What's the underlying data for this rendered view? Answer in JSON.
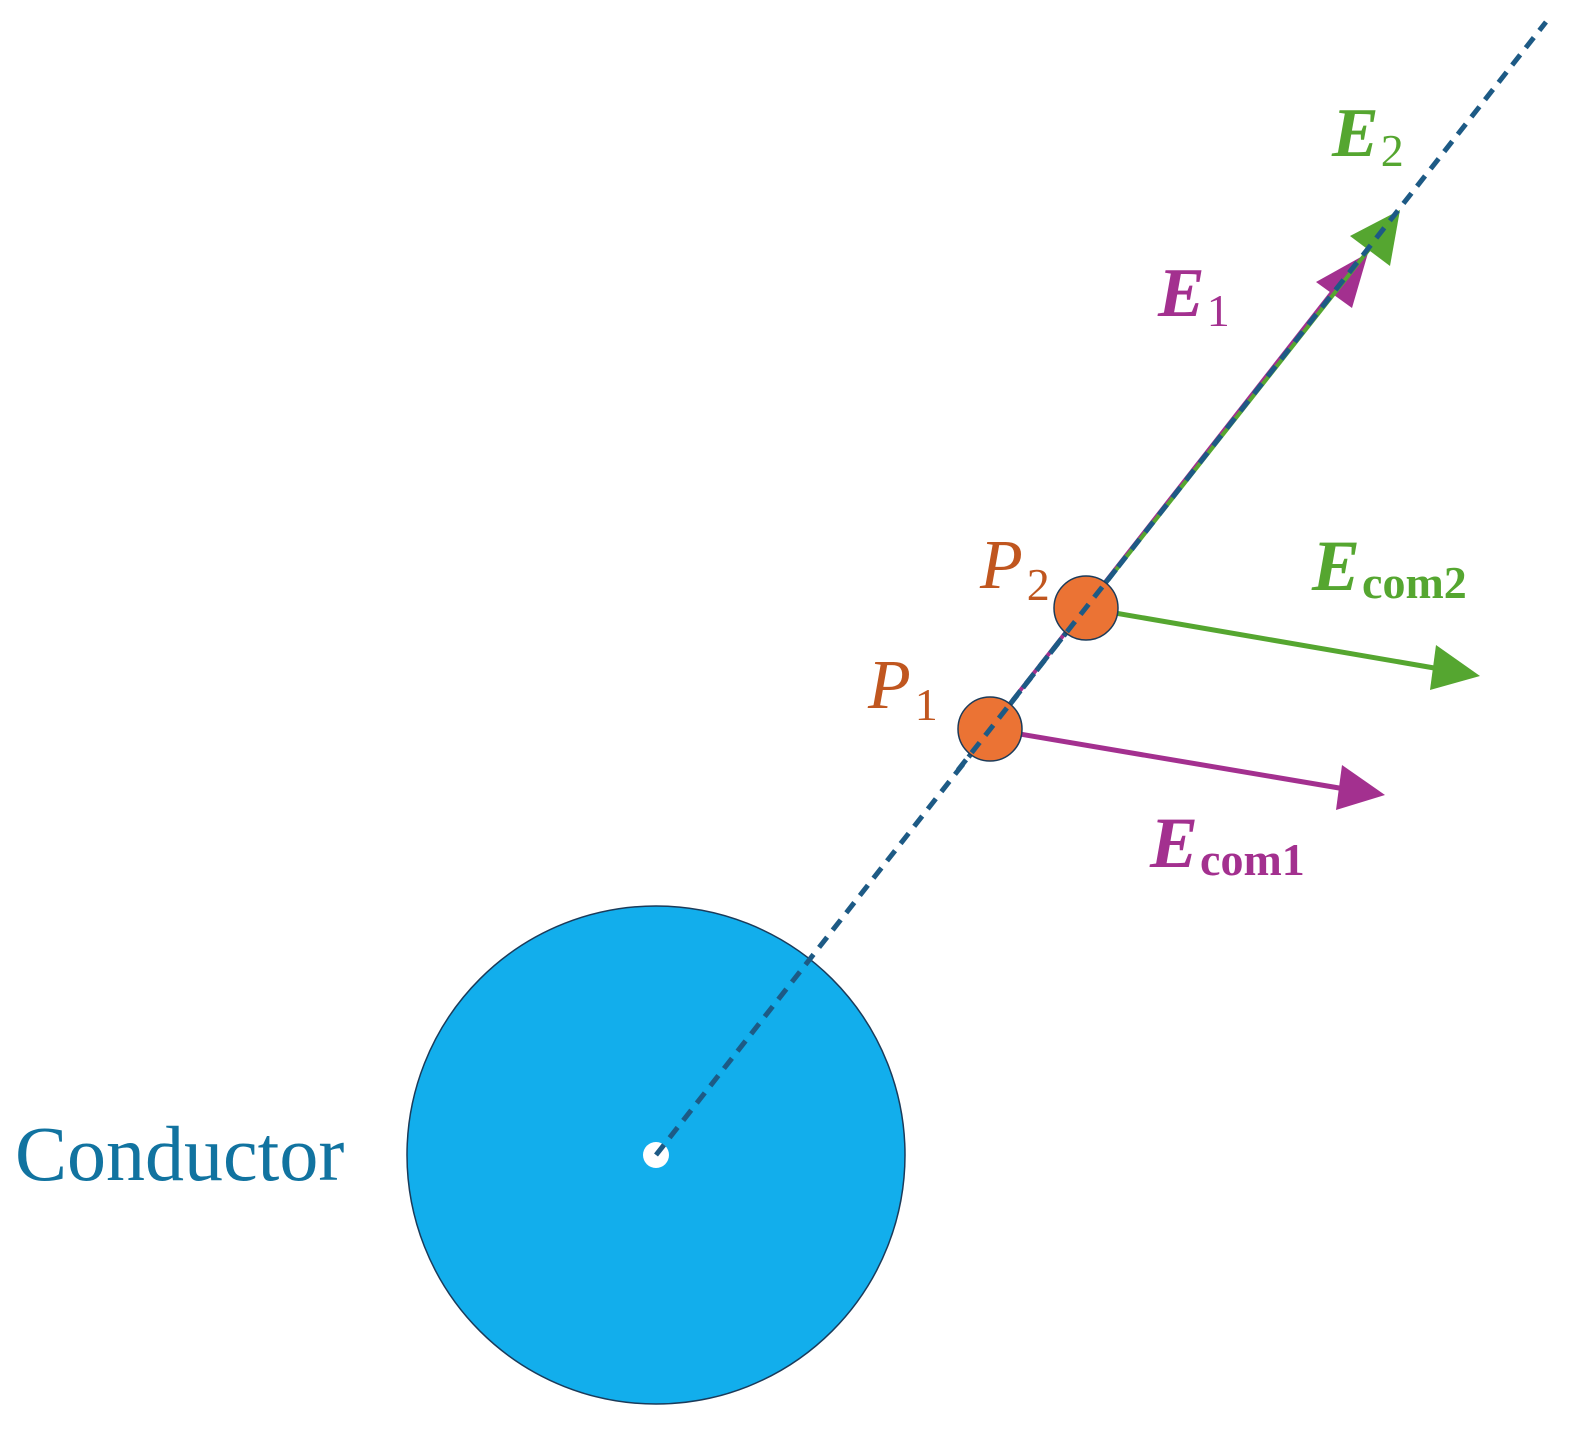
{
  "labels": {
    "conductor": "Conductor",
    "p1": {
      "main": "P",
      "sub": "1"
    },
    "p2": {
      "main": "P",
      "sub": "2"
    },
    "e1": {
      "main": "E",
      "sub": "1"
    },
    "e2": {
      "main": "E",
      "sub": "2"
    },
    "ecom1": {
      "main": "E",
      "sub": "com1"
    },
    "ecom2": {
      "main": "E",
      "sub": "com2"
    }
  },
  "colors": {
    "conductor_fill": "#12AEEC",
    "conductor_label": "#1173A0",
    "dashed_line": "#1D5A85",
    "point_fill": "#EB7334",
    "point_label": "#C0561F",
    "magenta": "#A3308F",
    "green": "#55A630"
  }
}
